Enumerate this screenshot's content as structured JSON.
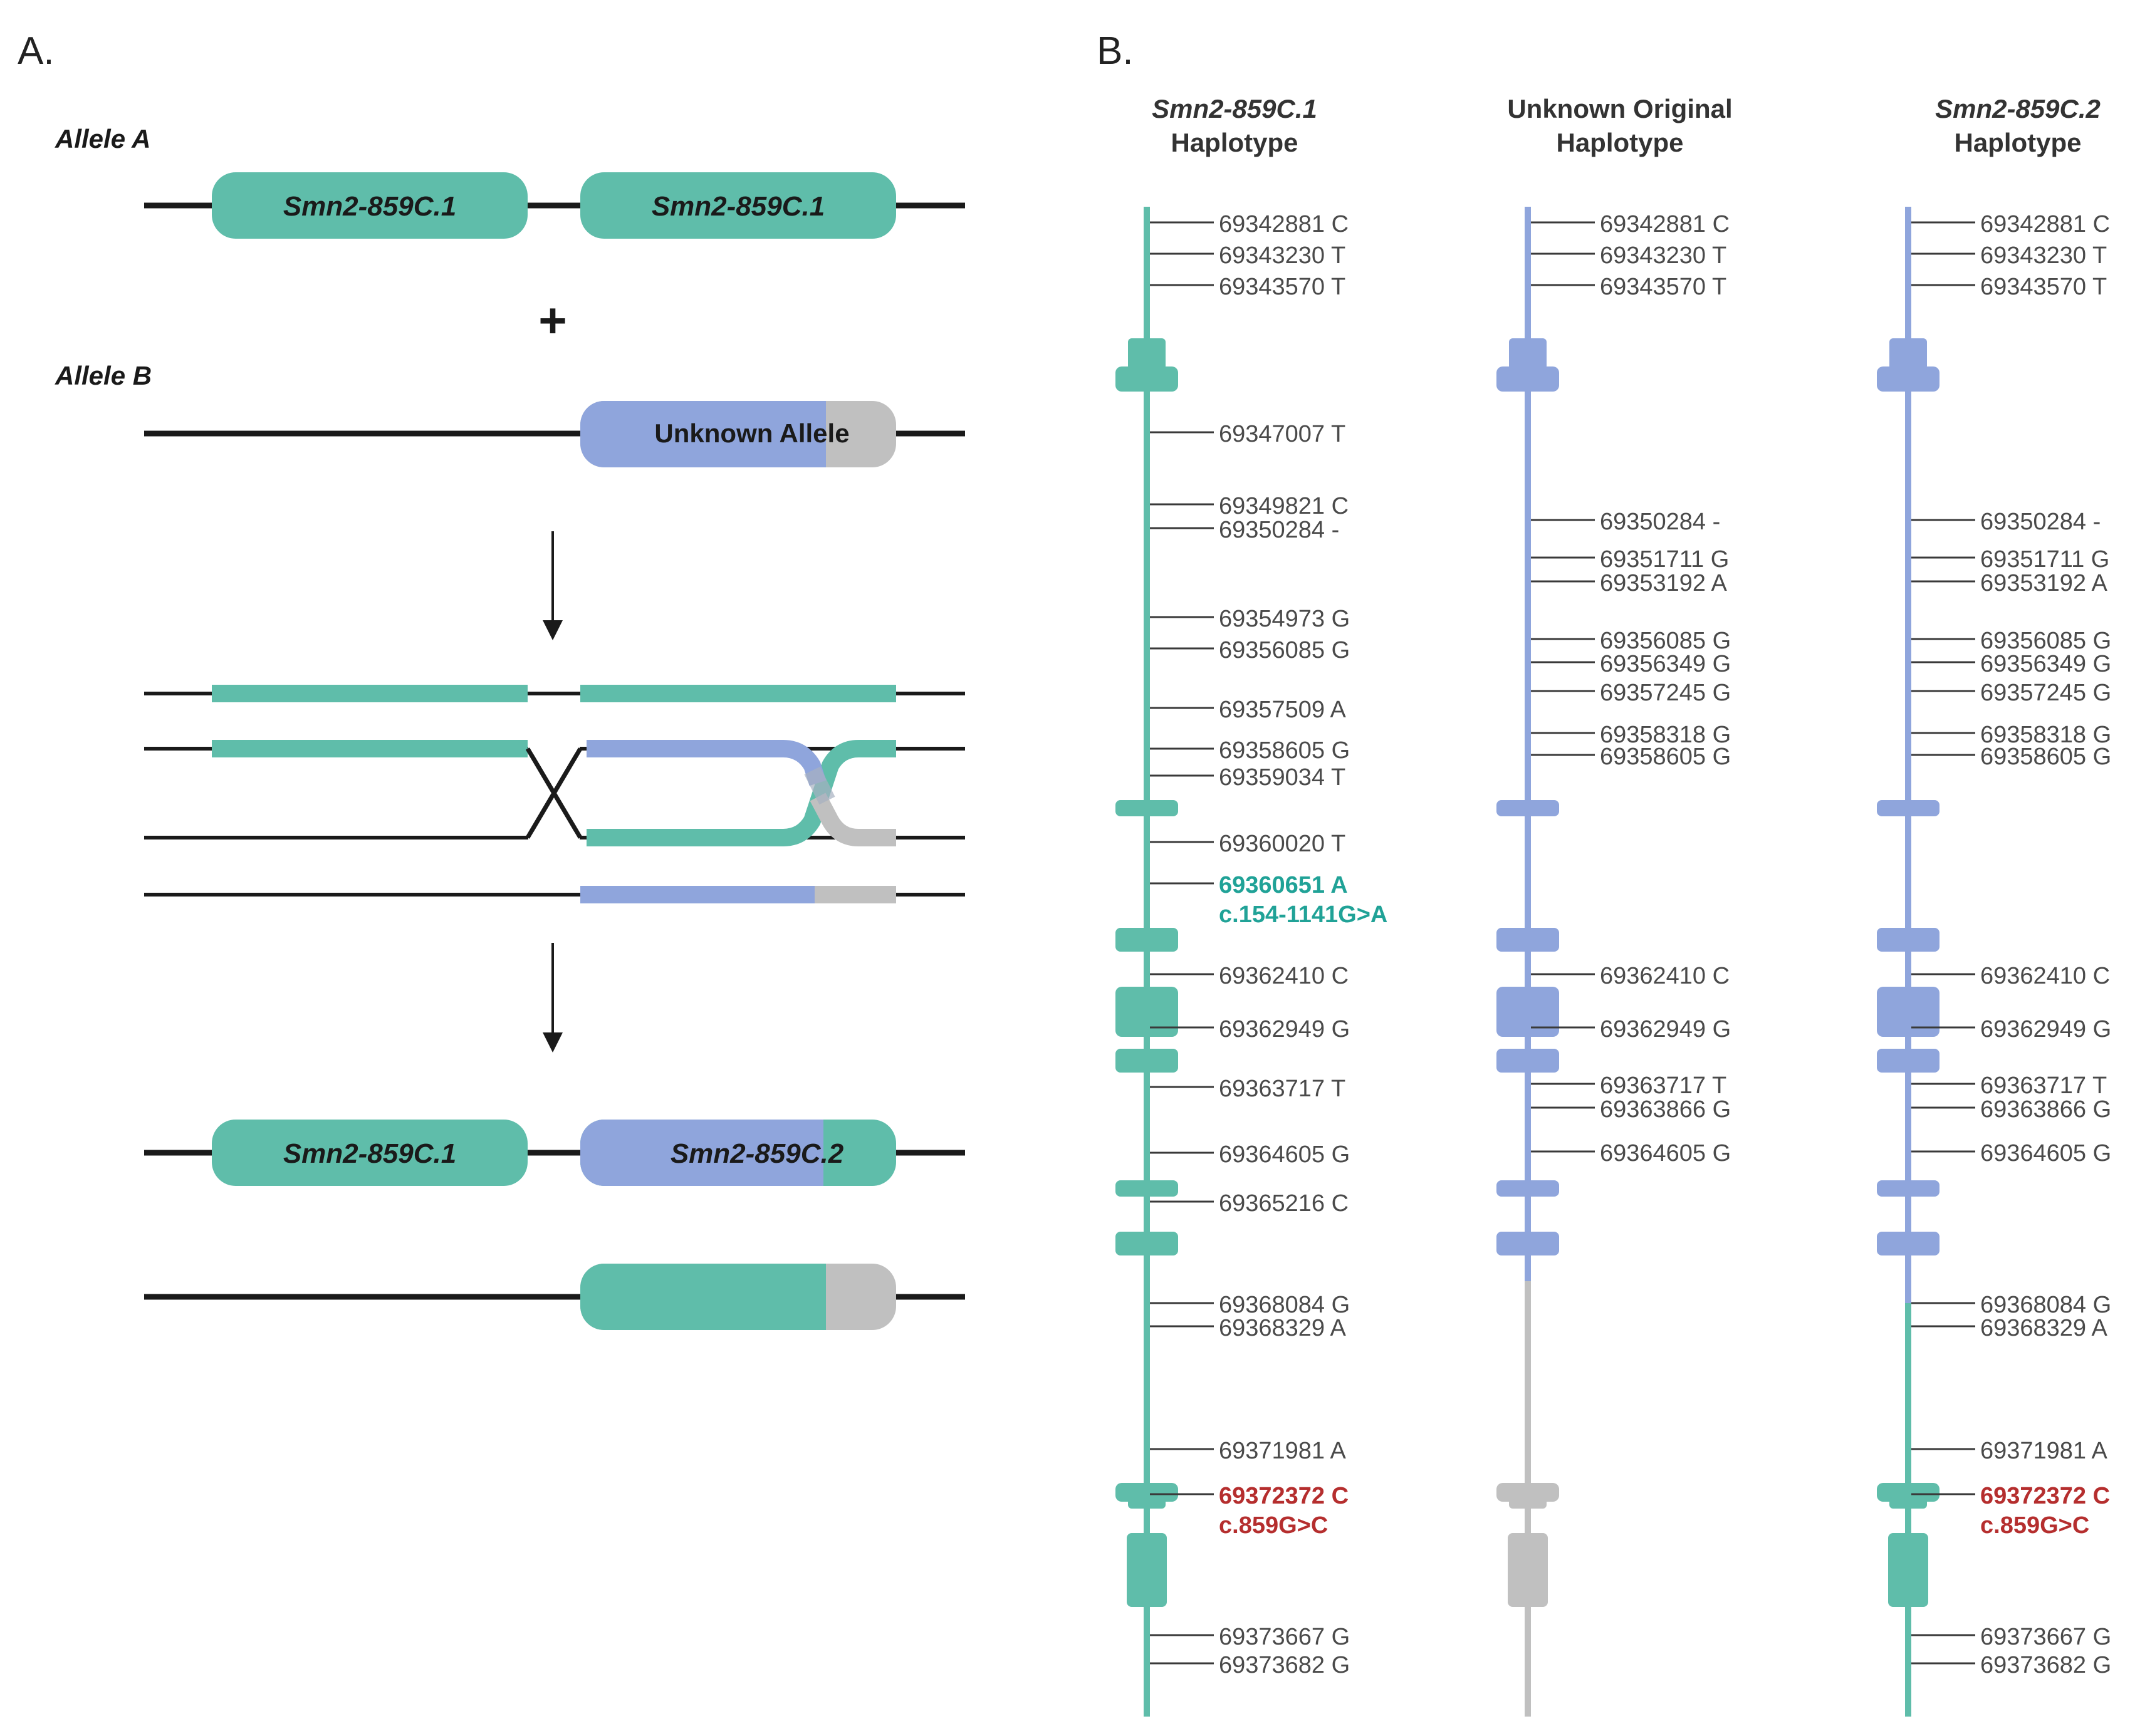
{
  "colors": {
    "green": "#5fbdaa",
    "blue": "#8fa5dc",
    "gray": "#c0c0c0",
    "black": "#1a1a1a",
    "teal_text": "#20a297",
    "red_text": "#b52e2e",
    "label_text": "#4a4a4a"
  },
  "panel_a": {
    "label": "A.",
    "allele_a_label": "Allele A",
    "allele_b_label": "Allele B",
    "plus": "+",
    "gene_c1_label": "Smn2-859C.1",
    "unknown_allele_label": "Unknown Allele",
    "gene_c2_label": "Smn2-859C.2"
  },
  "panel_b": {
    "label": "B.",
    "columns": [
      {
        "title_line1": "Smn2-859C.1",
        "title_line2": "Haplotype",
        "title_italic": true,
        "markers": [
          {
            "pos": "69342881",
            "base": "C"
          },
          {
            "pos": "69343230",
            "base": "T"
          },
          {
            "pos": "69343570",
            "base": "T"
          },
          {
            "pos": "69347007",
            "base": "T"
          },
          {
            "pos": "69349821",
            "base": "C"
          },
          {
            "pos": "69350284",
            "base": "-"
          },
          {
            "pos": "69354973",
            "base": "G"
          },
          {
            "pos": "69356085",
            "base": "G"
          },
          {
            "pos": "69357509",
            "base": "A"
          },
          {
            "pos": "69358605",
            "base": "G"
          },
          {
            "pos": "69359034",
            "base": "T"
          },
          {
            "pos": "69360020",
            "base": "T"
          },
          {
            "pos": "69360651",
            "base": "A",
            "note": "c.154-1141G>A",
            "highlight": "teal"
          },
          {
            "pos": "69362410",
            "base": "C"
          },
          {
            "pos": "69362949",
            "base": "G"
          },
          {
            "pos": "69363717",
            "base": "T"
          },
          {
            "pos": "69364605",
            "base": "G"
          },
          {
            "pos": "69365216",
            "base": "C"
          },
          {
            "pos": "69368084",
            "base": "G"
          },
          {
            "pos": "69368329",
            "base": "A"
          },
          {
            "pos": "69371981",
            "base": "A"
          },
          {
            "pos": "69372372",
            "base": "C",
            "note": "c.859G>C",
            "highlight": "red"
          },
          {
            "pos": "69373667",
            "base": "G"
          },
          {
            "pos": "69373682",
            "base": "G"
          }
        ]
      },
      {
        "title_line1": "Unknown Original",
        "title_line2": "Haplotype",
        "title_italic": false,
        "markers": [
          {
            "pos": "69342881",
            "base": "C"
          },
          {
            "pos": "69343230",
            "base": "T"
          },
          {
            "pos": "69343570",
            "base": "T"
          },
          {
            "pos": "69350284",
            "base": "-"
          },
          {
            "pos": "69351711",
            "base": "G"
          },
          {
            "pos": "69353192",
            "base": "A"
          },
          {
            "pos": "69356085",
            "base": "G"
          },
          {
            "pos": "69356349",
            "base": "G"
          },
          {
            "pos": "69357245",
            "base": "G"
          },
          {
            "pos": "69358318",
            "base": "G"
          },
          {
            "pos": "69358605",
            "base": "G"
          },
          {
            "pos": "69362410",
            "base": "C"
          },
          {
            "pos": "69362949",
            "base": "G"
          },
          {
            "pos": "69363717",
            "base": "T"
          },
          {
            "pos": "69363866",
            "base": "G"
          },
          {
            "pos": "69364605",
            "base": "G"
          }
        ]
      },
      {
        "title_line1": "Smn2-859C.2",
        "title_line2": "Haplotype",
        "title_italic": true,
        "markers": [
          {
            "pos": "69342881",
            "base": "C"
          },
          {
            "pos": "69343230",
            "base": "T"
          },
          {
            "pos": "69343570",
            "base": "T"
          },
          {
            "pos": "69350284",
            "base": "-"
          },
          {
            "pos": "69351711",
            "base": "G"
          },
          {
            "pos": "69353192",
            "base": "A"
          },
          {
            "pos": "69356085",
            "base": "G"
          },
          {
            "pos": "69356349",
            "base": "G"
          },
          {
            "pos": "69357245",
            "base": "G"
          },
          {
            "pos": "69358318",
            "base": "G"
          },
          {
            "pos": "69358605",
            "base": "G"
          },
          {
            "pos": "69362410",
            "base": "C"
          },
          {
            "pos": "69362949",
            "base": "G"
          },
          {
            "pos": "69363717",
            "base": "T"
          },
          {
            "pos": "69363866",
            "base": "G"
          },
          {
            "pos": "69364605",
            "base": "G"
          },
          {
            "pos": "69368084",
            "base": "G"
          },
          {
            "pos": "69368329",
            "base": "A"
          },
          {
            "pos": "69371981",
            "base": "A"
          },
          {
            "pos": "69372372",
            "base": "C",
            "note": "c.859G>C",
            "highlight": "red"
          },
          {
            "pos": "69373667",
            "base": "G"
          },
          {
            "pos": "69373682",
            "base": "G"
          }
        ]
      }
    ]
  }
}
